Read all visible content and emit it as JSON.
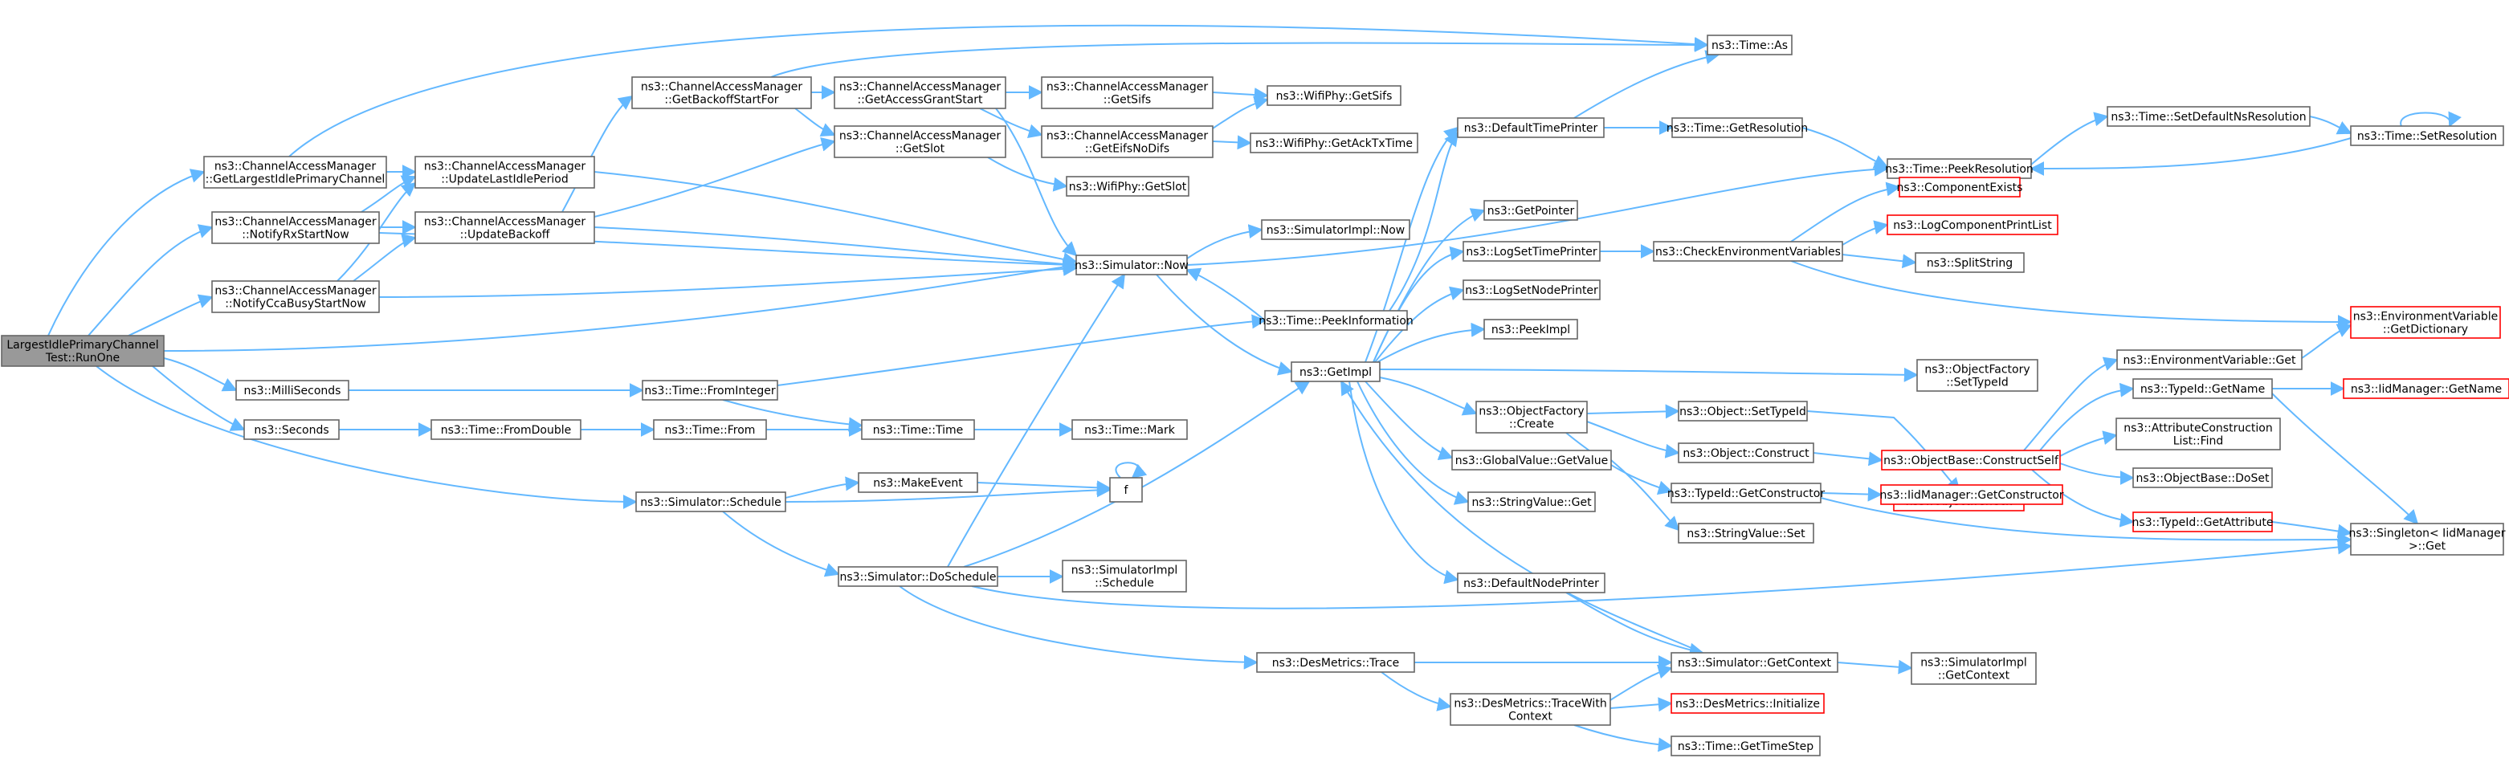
{
  "nodes": {
    "root": [
      "LargestIdlePrimaryChannel",
      "Test::RunOne"
    ],
    "getLargestIdle": [
      "ns3::ChannelAccessManager",
      "::GetLargestIdlePrimaryChannel"
    ],
    "notifyRx": [
      "ns3::ChannelAccessManager",
      "::NotifyRxStartNow"
    ],
    "notifyCca": [
      "ns3::ChannelAccessManager",
      "::NotifyCcaBusyStartNow"
    ],
    "milli": [
      "ns3::MilliSeconds"
    ],
    "seconds": [
      "ns3::Seconds"
    ],
    "updateLastIdle": [
      "ns3::ChannelAccessManager",
      "::UpdateLastIdlePeriod"
    ],
    "updateBackoff": [
      "ns3::ChannelAccessManager",
      "::UpdateBackoff"
    ],
    "getBackoffStart": [
      "ns3::ChannelAccessManager",
      "::GetBackoffStartFor"
    ],
    "getAccessGrant": [
      "ns3::ChannelAccessManager",
      "::GetAccessGrantStart"
    ],
    "getSlotCam": [
      "ns3::ChannelAccessManager",
      "::GetSlot"
    ],
    "getSifsCam": [
      "ns3::ChannelAccessManager",
      "::GetSifs"
    ],
    "getEifs": [
      "ns3::ChannelAccessManager",
      "::GetEifsNoDifs"
    ],
    "wifiSifs": [
      "ns3::WifiPhy::GetSifs"
    ],
    "wifiAck": [
      "ns3::WifiPhy::GetAckTxTime"
    ],
    "wifiSlot": [
      "ns3::WifiPhy::GetSlot"
    ],
    "timeAs": [
      "ns3::Time::As"
    ],
    "simNow": [
      "ns3::Simulator::Now"
    ],
    "simImplNow": [
      "ns3::SimulatorImpl::Now"
    ],
    "peekInfo": [
      "ns3::Time::PeekInformation"
    ],
    "getImpl": [
      "ns3::GetImpl"
    ],
    "fromInteger": [
      "ns3::Time::FromInteger"
    ],
    "fromDouble": [
      "ns3::Time::FromDouble"
    ],
    "timeFrom": [
      "ns3::Time::From"
    ],
    "timeTime": [
      "ns3::Time::Time"
    ],
    "timeMark": [
      "ns3::Time::Mark"
    ],
    "schedule": [
      "ns3::Simulator::Schedule"
    ],
    "makeEvent": [
      "ns3::MakeEvent"
    ],
    "f": [
      "f"
    ],
    "doSchedule": [
      "ns3::Simulator::DoSchedule"
    ],
    "implSchedule": [
      "ns3::SimulatorImpl",
      "::Schedule"
    ],
    "desTrace": [
      "ns3::DesMetrics::Trace"
    ],
    "desTraceCtx": [
      "ns3::DesMetrics::TraceWith",
      "Context"
    ],
    "defaultTimePrinter": [
      "ns3::DefaultTimePrinter"
    ],
    "getPointer": [
      "ns3::GetPointer"
    ],
    "logSetTime": [
      "ns3::LogSetTimePrinter"
    ],
    "logSetNode": [
      "ns3::LogSetNodePrinter"
    ],
    "peekImpl": [
      "ns3::PeekImpl"
    ],
    "ofCreate": [
      "ns3::ObjectFactory",
      "::Create"
    ],
    "gvGetValue": [
      "ns3::GlobalValue::GetValue"
    ],
    "svGet": [
      "ns3::StringValue::Get"
    ],
    "defaultNodePrinter": [
      "ns3::DefaultNodePrinter"
    ],
    "getContext": [
      "ns3::Simulator::GetContext"
    ],
    "desInit": [
      "ns3::DesMetrics::Initialize"
    ],
    "timeStep": [
      "ns3::Time::GetTimeStep"
    ],
    "getResolution": [
      "ns3::Time::GetResolution"
    ],
    "peekResolution": [
      "ns3::Time::PeekResolution"
    ],
    "setDefaultNs": [
      "ns3::Time::SetDefaultNsResolution"
    ],
    "setResolution": [
      "ns3::Time::SetResolution"
    ],
    "checkEnv": [
      "ns3::CheckEnvironmentVariables"
    ],
    "compExists": [
      "ns3::ComponentExists"
    ],
    "logCompPrint": [
      "ns3::LogComponentPrintList"
    ],
    "splitString": [
      "ns3::SplitString"
    ],
    "envDict": [
      "ns3::EnvironmentVariable",
      "::GetDictionary"
    ],
    "ofSetTypeId": [
      "ns3::ObjectFactory",
      "::SetTypeId"
    ],
    "objSetTypeId": [
      "ns3::Object::SetTypeId"
    ],
    "objCheck": [
      "ns3::Object::Check"
    ],
    "objConstruct": [
      "ns3::Object::Construct"
    ],
    "obConstructSelf": [
      "ns3::ObjectBase::ConstructSelf"
    ],
    "typeIdGetCtor": [
      "ns3::TypeId::GetConstructor"
    ],
    "iidGetCtor": [
      "ns3::IidManager::GetConstructor"
    ],
    "svSet": [
      "ns3::StringValue::Set"
    ],
    "envGet": [
      "ns3::EnvironmentVariable::Get"
    ],
    "typeIdGetName": [
      "ns3::TypeId::GetName"
    ],
    "iidGetName": [
      "ns3::IidManager::GetName"
    ],
    "attrFind": [
      "ns3::AttributeConstruction",
      "List::Find"
    ],
    "obDoSet": [
      "ns3::ObjectBase::DoSet"
    ],
    "typeIdGetAttr": [
      "ns3::TypeId::GetAttribute"
    ],
    "singletonGet": [
      "ns3::Singleton< IidManager",
      " >::Get"
    ],
    "implGetContext": [
      "ns3::SimulatorImpl",
      "::GetContext"
    ]
  },
  "colors": {
    "edge": "#63b8ff",
    "border": "#666666",
    "incomplete_border": "#ff0000",
    "root_fill": "#999999"
  }
}
